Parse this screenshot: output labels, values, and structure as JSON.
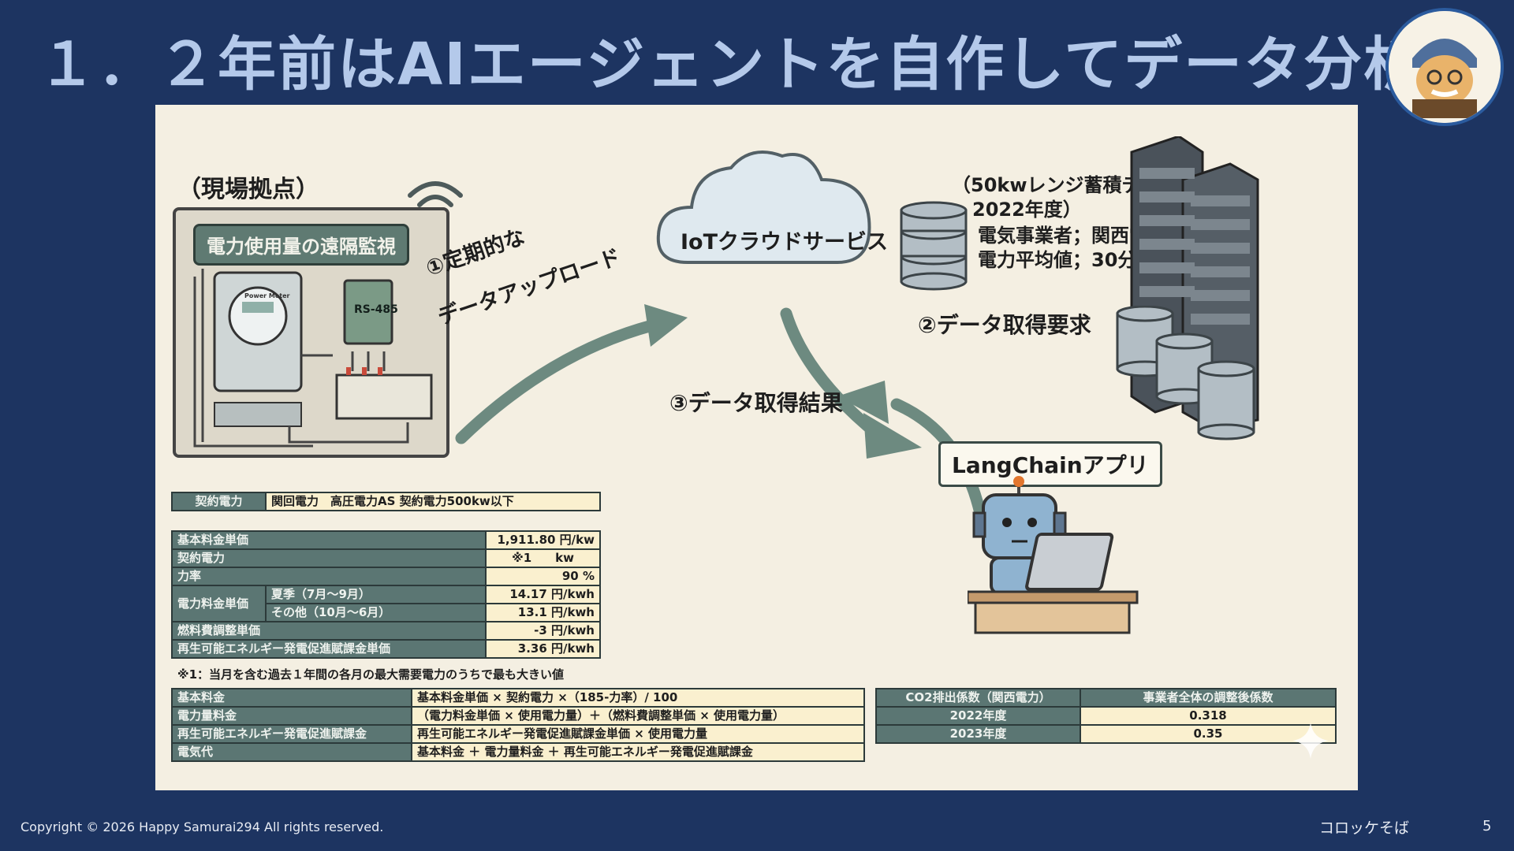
{
  "slide": {
    "title": "１．２年前はAIエージェントを自作してデータ分析",
    "copyright": "Copyright © 2026 Happy Samurai294 All rights reserved.",
    "author": "コロッケそば",
    "page_number": "5"
  },
  "diagram": {
    "site_label": "（現場拠点）",
    "monitor_label": "電力使用量の遠隔監視",
    "rs485": "RS-485",
    "meter_brand": "Power Meter",
    "step1_line1": "①定期的な",
    "step1_line2": "データアップロード",
    "cloud_label": "IoTクラウドサービス",
    "data_line1": "（50kwレンジ蓄積データ",
    "data_line2": "2022年度）",
    "data_line3": "電気事業者；関西電力",
    "data_line4": "電力平均値；30分デマンド",
    "step2": "②データ取得要求",
    "step3": "③データ取得結果",
    "app_label": "LangChainアプリ"
  },
  "contract_table": {
    "header": "契約電力",
    "value": "関回電力　高圧電力AS 契約電力500kw以下"
  },
  "rate_table": {
    "rows": [
      {
        "label": "基本料金単価",
        "value": "1,911.80 円/kw"
      },
      {
        "label": "契約電力",
        "value": "※1　　kw"
      },
      {
        "label": "力率",
        "value": "90 %"
      },
      {
        "label": "電力料金単価",
        "sub1": "夏季（7月〜9月）",
        "value1": "14.17 円/kwh",
        "sub2": "その他（10月〜6月）",
        "value2": "13.1 円/kwh"
      },
      {
        "label": "燃料費調整単価",
        "value": "-3 円/kwh"
      },
      {
        "label": "再生可能エネルギー発電促進賦課金単価",
        "value": "3.36 円/kwh"
      }
    ],
    "note": "※1：当月を含む過去１年間の各月の最大需要電力のうちで最も大きい値"
  },
  "formula_table": {
    "rows": [
      {
        "label": "基本料金",
        "value": "基本料金単価 × 契約電力 ×（185-力率）/ 100"
      },
      {
        "label": "電力量料金",
        "value": "（電力料金単価 × 使用電力量）＋（燃料費調整単価 × 使用電力量）"
      },
      {
        "label": "再生可能エネルギー発電促進賦課金",
        "value": "再生可能エネルギー発電促進賦課金単価 × 使用電力量"
      },
      {
        "label": "電気代",
        "value": "基本料金 ＋ 電力量料金 ＋ 再生可能エネルギー発電促進賦課金"
      }
    ]
  },
  "co2_table": {
    "header1": "CO2排出係数（関西電力）",
    "header2": "事業者全体の調整後係数",
    "rows": [
      {
        "year": "2022年度",
        "value": "0.318"
      },
      {
        "year": "2023年度",
        "value": "0.35"
      }
    ]
  },
  "colors": {
    "background": "#1d3461",
    "title": "#b4c9ea",
    "panel": "#f4efe2",
    "table_header": "#5b7673",
    "table_value": "#faf0cf",
    "arrow": "#6d8a80"
  }
}
